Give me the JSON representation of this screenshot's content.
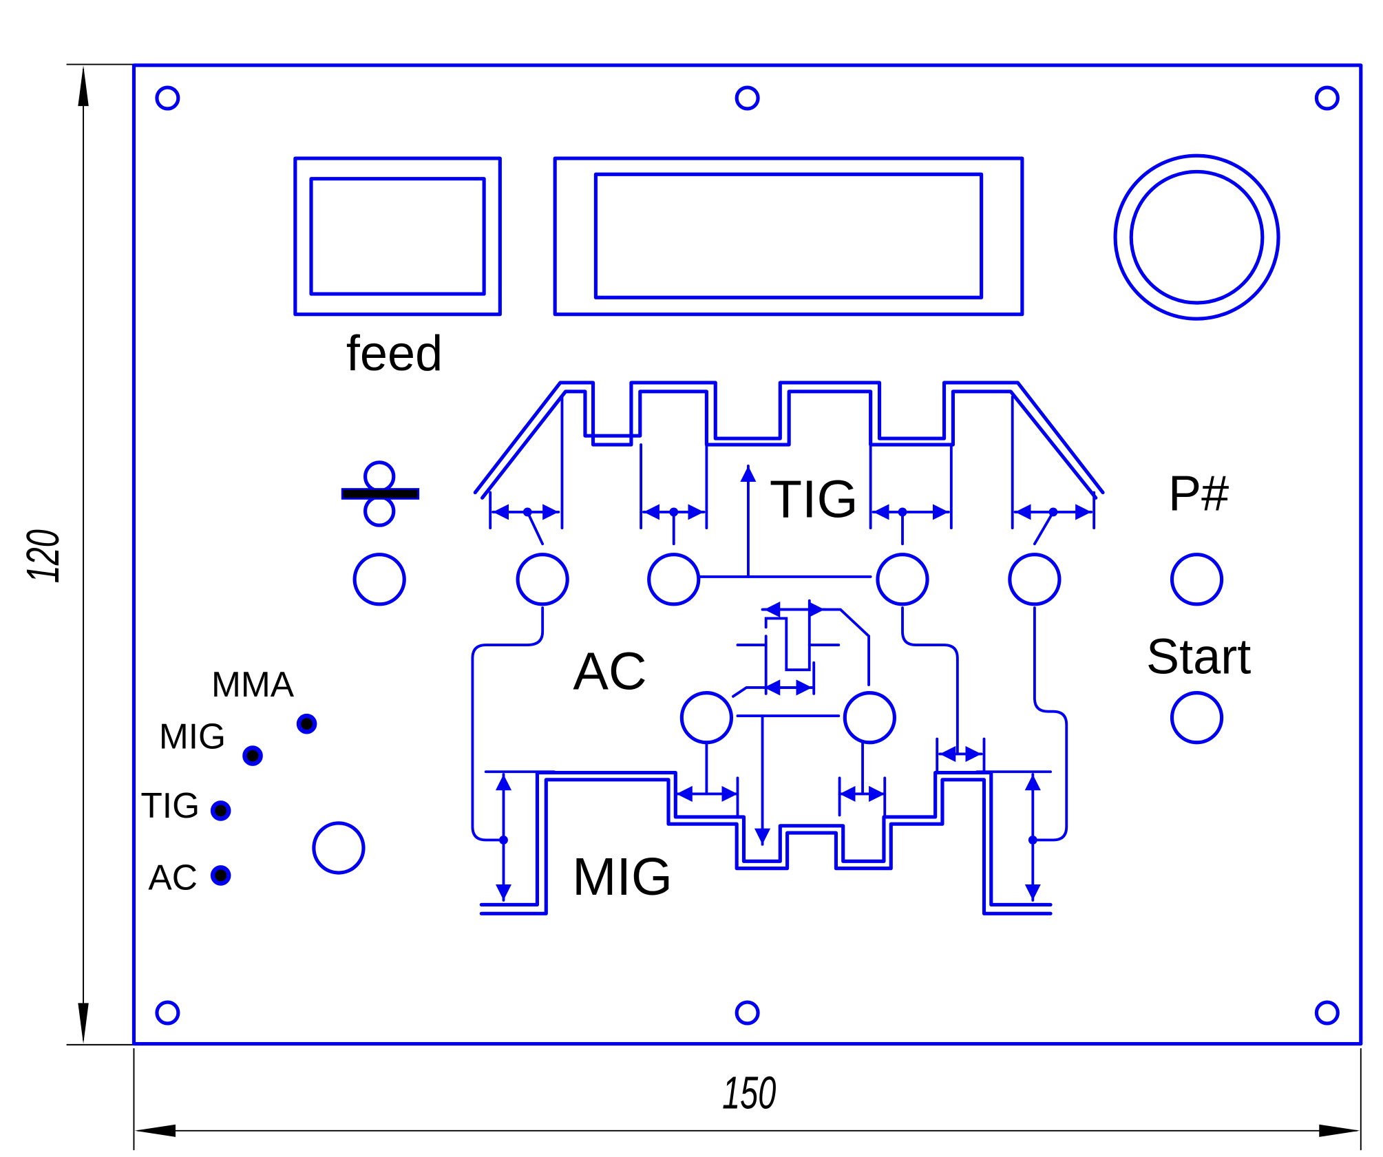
{
  "drawing": {
    "title": "Welding machine front panel layout",
    "stroke_color": "#0000ee",
    "text_color": "#000000"
  },
  "dimensions": {
    "width_label": "150",
    "height_label": "120"
  },
  "labels": {
    "feed": "feed",
    "tig_main": "TIG",
    "ac_main": "AC",
    "mig_main": "MIG",
    "program": "P#",
    "start": "Start"
  },
  "mode_indicators": [
    {
      "label": "MMA"
    },
    {
      "label": "MIG"
    },
    {
      "label": "TIG"
    },
    {
      "label": "AC"
    }
  ],
  "icons": {
    "wire_feed": "wire-feed-roller-icon"
  }
}
